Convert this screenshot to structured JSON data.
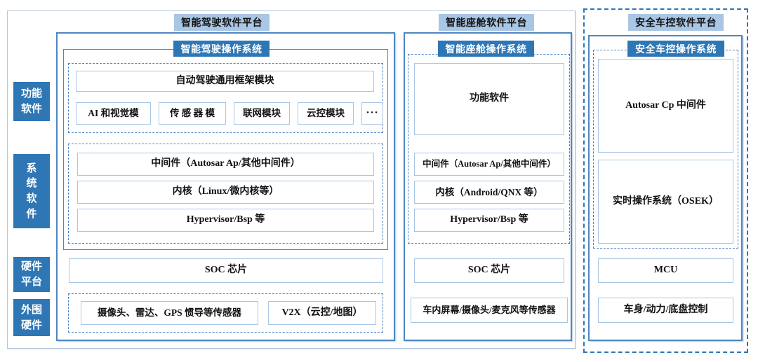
{
  "colors": {
    "dark_blue": "#2f76b5",
    "light_badge_blue": "#a9c6e4",
    "container_border_blue": "#4f86c0",
    "box_border_blue": "#a8c6e6",
    "outer_frame_gray_blue": "#b3c5dc"
  },
  "row_labels": [
    {
      "id": "functional-software",
      "lines": [
        "功能",
        "软件"
      ]
    },
    {
      "id": "system-software",
      "lines": [
        "系",
        "统",
        "软",
        "件"
      ]
    },
    {
      "id": "hardware-platform",
      "lines": [
        "硬件",
        "平台"
      ]
    },
    {
      "id": "peripheral-hardware",
      "lines": [
        "外围",
        "硬件"
      ]
    }
  ],
  "driving": {
    "platform": "智能驾驶软件平台",
    "os": "智能驾驶操作系统",
    "framework_module": "自动驾驶通用框架模块",
    "function_modules": [
      "AI 和视觉模",
      "传 感 器 模",
      "联网模块",
      "云控模块",
      "···"
    ],
    "middleware": "中间件（Autosar Ap/其他中间件）",
    "kernel": "内核（Linux/微内核等）",
    "hypervisor": "Hypervisor/Bsp 等",
    "soc": "SOC 芯片",
    "sensors": "摄像头、雷达、GPS 惯导等传感器",
    "v2x": "V2X（云控/地图）"
  },
  "cockpit": {
    "platform": "智能座舱软件平台",
    "os": "智能座舱操作系统",
    "function_software": "功能软件",
    "middleware": "中间件（Autosar Ap/其他中间件）",
    "kernel": "内核（Android/QNX 等）",
    "hypervisor": "Hypervisor/Bsp 等",
    "soc": "SOC 芯片",
    "peripherals": "车内屏幕/摄像头/麦克风等传感器"
  },
  "safety": {
    "platform": "安全车控软件平台",
    "os": "安全车控操作系统",
    "middleware": "Autosar Cp 中间件",
    "rtos": "实时操作系统（OSEK）",
    "mcu": "MCU",
    "control": "车身/动力/底盘控制"
  }
}
